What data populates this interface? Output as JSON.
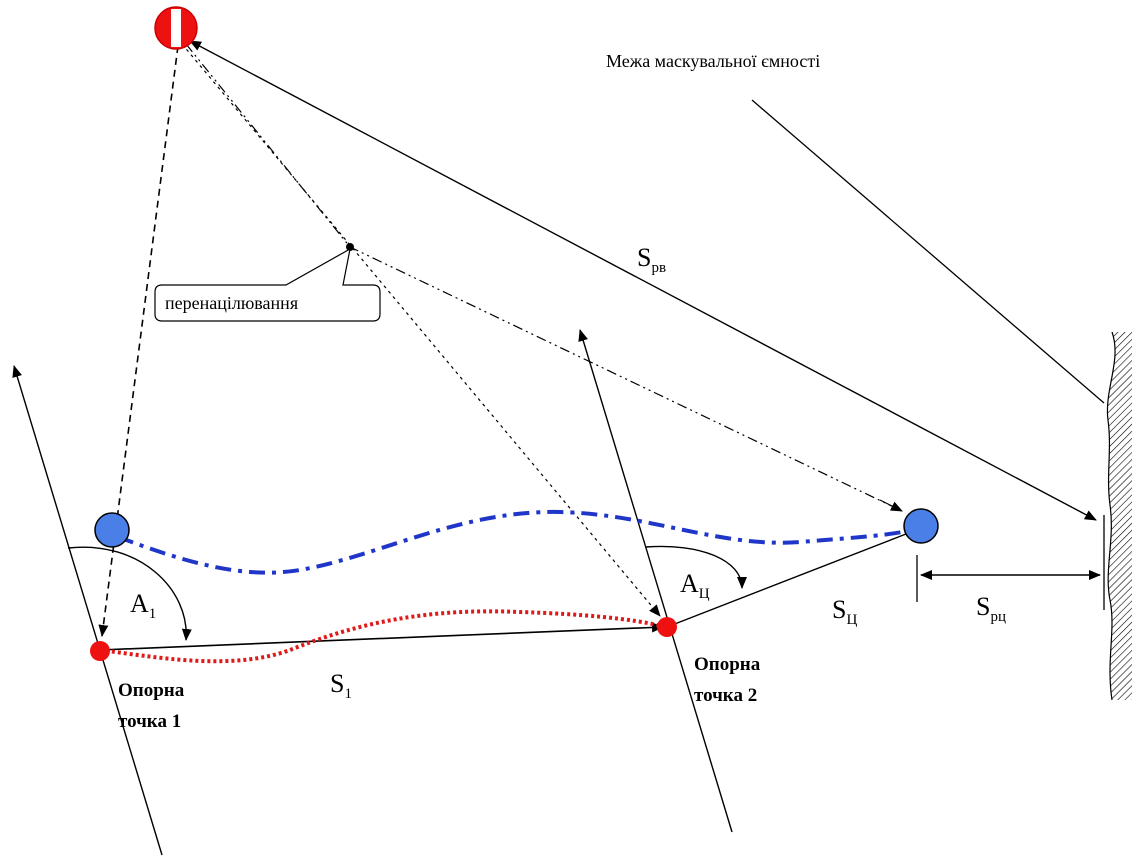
{
  "diagram": {
    "boundary_label": "Межа маскувальної ємності",
    "retarget_label": "перенацілювання",
    "sp1": {
      "line1": "Опорна",
      "line2": "точка 1"
    },
    "sp2": {
      "line1": "Опорна",
      "line2": "точка 2"
    },
    "labels": {
      "a1_main": "A",
      "a1_sub": "1",
      "ac_main": "A",
      "ac_sub": "Ц",
      "s1_main": "S",
      "s1_sub": "1",
      "sc_main": "S",
      "sc_sub": "Ц",
      "srv_main": "S",
      "srv_sub": "рв",
      "src_main": "S",
      "src_sub": "рц"
    },
    "colors": {
      "line": "#000000",
      "vehicle": "#4a7fe8",
      "route_blue": "#1f36c8",
      "route_red": "#e01919",
      "point_red": "#ee1111"
    }
  }
}
